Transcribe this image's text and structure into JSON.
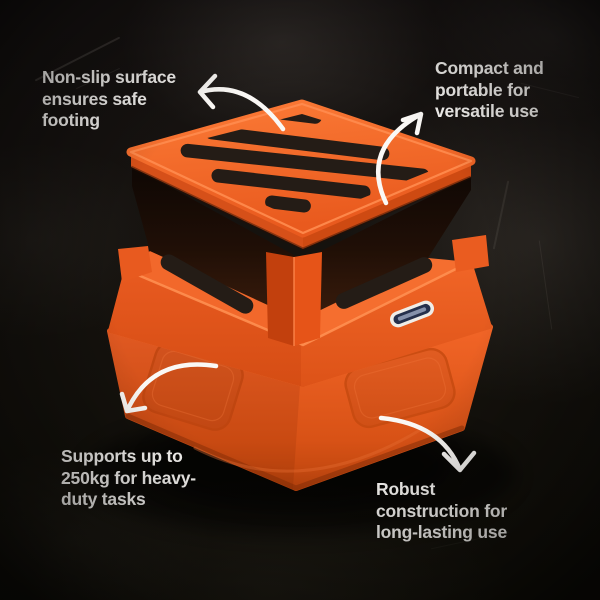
{
  "callouts": {
    "top_left": {
      "lines": [
        "Non-slip surface",
        "ensures safe",
        "footing"
      ]
    },
    "top_right": {
      "lines": [
        "Compact and",
        "portable for",
        "versatile use"
      ]
    },
    "bottom_left": {
      "lines": [
        "Supports up to",
        "250kg for heavy-",
        "duty tasks"
      ]
    },
    "bottom_right": {
      "lines": [
        "Robust",
        "construction for",
        "long-lasting use"
      ]
    }
  },
  "icons": {
    "arrow_top_left": "curved-arrow",
    "arrow_top_right": "curved-arrow",
    "arrow_bottom_left": "curved-arrow",
    "arrow_bottom_right": "curved-arrow",
    "brand_badge": "small-slanted-brand-badge"
  },
  "colors": {
    "product_orange": "#F2611F",
    "product_orange_light": "#FF8C4F",
    "product_orange_dark": "#C4440E",
    "tread_black": "#241C16",
    "arrow": "#FAF8F5",
    "text": "#FAF8F5",
    "background": "#151110"
  }
}
